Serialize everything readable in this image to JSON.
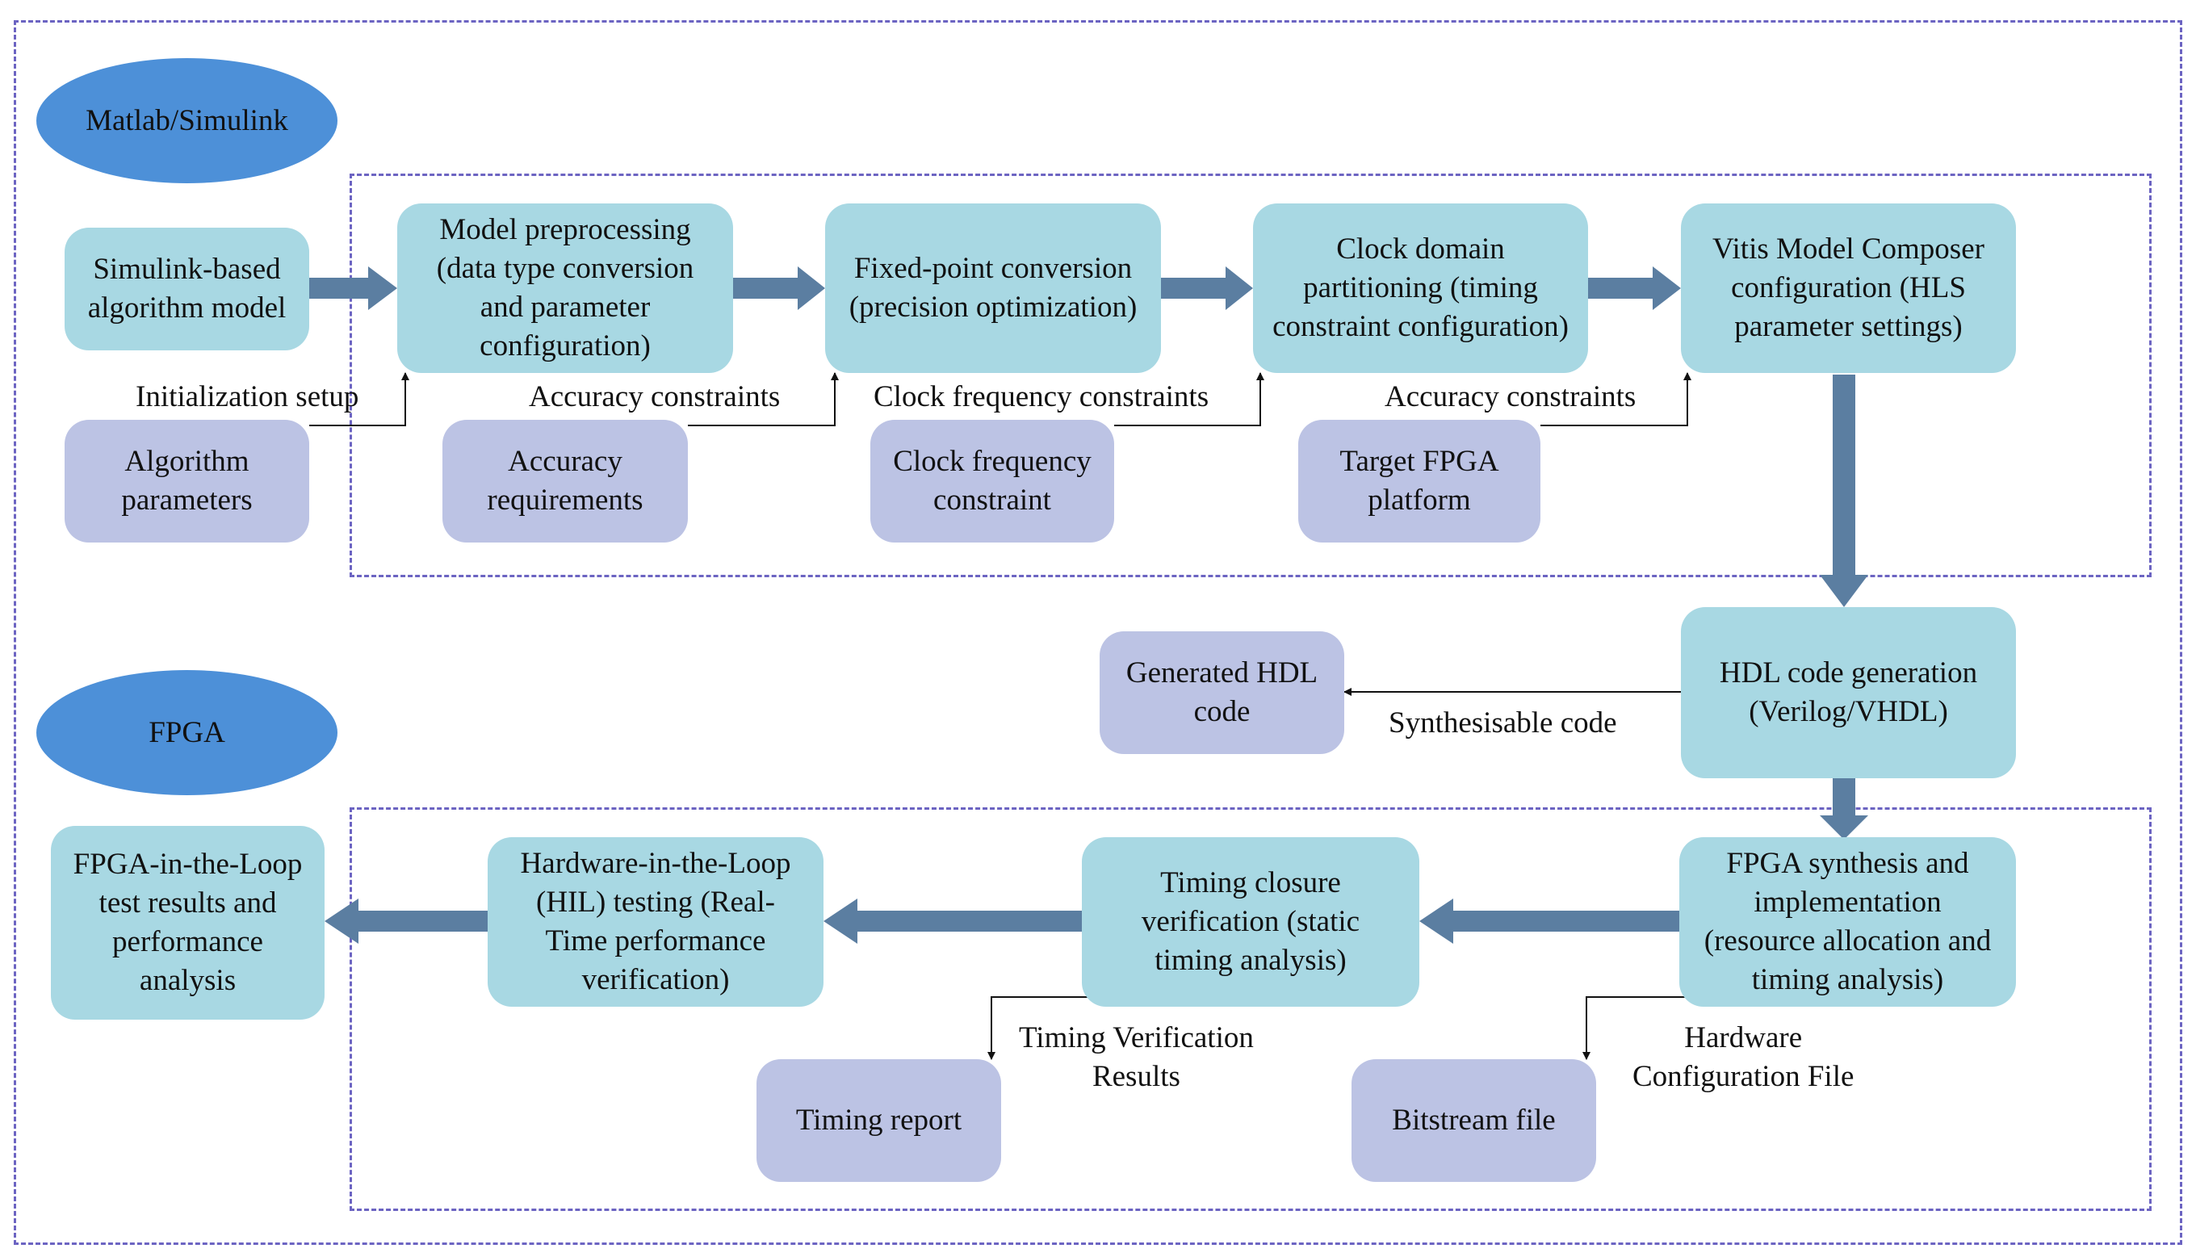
{
  "sections": {
    "top_label": "Matlab/Simulink",
    "bottom_label": "FPGA"
  },
  "nodes": {
    "simulink_model": "Simulink-based\nalgorithm model",
    "model_preprocessing": "Model preprocessing\n(data type conversion\nand parameter\nconfiguration)",
    "fixed_point": "Fixed-point conversion\n(precision optimization)",
    "clock_domain": "Clock domain\npartitioning (timing\nconstraint configuration)",
    "vitis_config": "Vitis Model Composer\nconfiguration (HLS\nparameter settings)",
    "algorithm_parameters": "Algorithm\nparameters",
    "accuracy_requirements": "Accuracy\nrequirements",
    "clock_frequency_constraint": "Clock frequency\nconstraint",
    "target_fpga": "Target FPGA\nplatform",
    "hdl_generation": "HDL code generation\n(Verilog/VHDL)",
    "generated_hdl": "Generated HDL\ncode",
    "fpga_synthesis": "FPGA synthesis and\nimplementation\n(resource allocation and\ntiming analysis)",
    "timing_closure": "Timing closure\nverification (static\ntiming analysis)",
    "hil_testing": "Hardware-in-the-Loop\n(HIL) testing (Real-\nTime performance\nverification)",
    "fil_results": "FPGA-in-the-Loop\ntest results and\nperformance\nanalysis",
    "timing_report": "Timing report",
    "bitstream_file": "Bitstream file"
  },
  "edge_labels": {
    "initialization_setup": "Initialization setup",
    "accuracy_constraints_1": "Accuracy constraints",
    "clock_frequency_constraints": "Clock frequency constraints",
    "accuracy_constraints_2": "Accuracy constraints",
    "synthesisable_code": "Synthesisable code",
    "timing_verification_results": "Timing Verification\nResults",
    "hardware_configuration_file": "Hardware\nConfiguration File"
  },
  "colors": {
    "process_node": "#a8d8e3",
    "input_node": "#bcc3e4",
    "section_ellipse": "#4d90d8",
    "thick_arrow": "#5b7ea1",
    "dashed_frame": "#6c64c2"
  }
}
